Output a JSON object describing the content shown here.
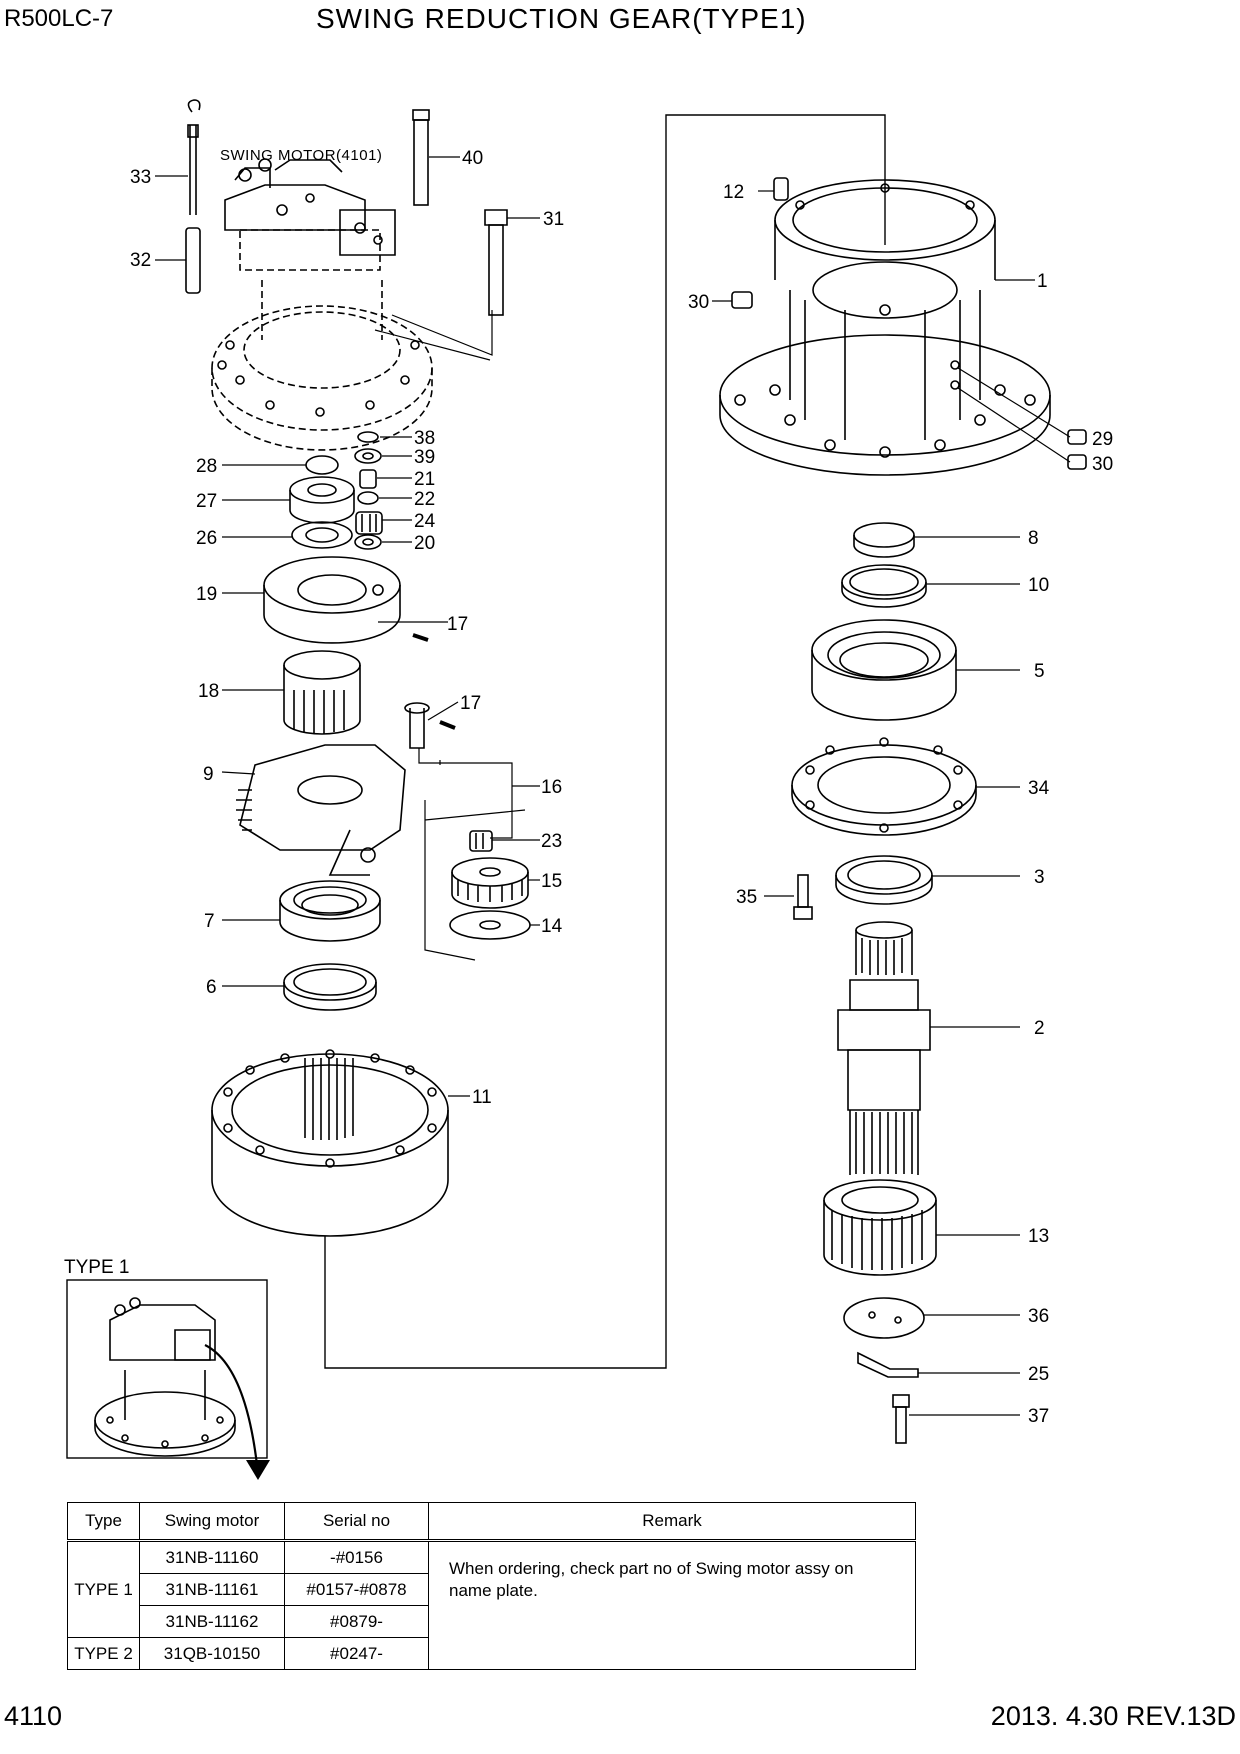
{
  "header": {
    "model": "R500LC-7",
    "title": "SWING REDUCTION GEAR(TYPE1)"
  },
  "footer": {
    "page_number": "4110",
    "revision": "2013. 4.30  REV.13D"
  },
  "diagram": {
    "motor_label": "SWING MOTOR(4101)",
    "inset_label": "TYPE 1",
    "callouts": [
      "33",
      "32",
      "40",
      "31",
      "12",
      "1",
      "30",
      "29",
      "30",
      "38",
      "39",
      "28",
      "21",
      "27",
      "22",
      "24",
      "26",
      "20",
      "8",
      "10",
      "19",
      "17",
      "5",
      "18",
      "17",
      "16",
      "34",
      "9",
      "23",
      "15",
      "14",
      "3",
      "35",
      "7",
      "6",
      "2",
      "11",
      "13",
      "36",
      "25",
      "37"
    ]
  },
  "table": {
    "headers": [
      "Type",
      "Swing motor",
      "Serial no",
      "Remark"
    ],
    "rows": [
      {
        "type": "TYPE 1",
        "motor": "31NB-11160",
        "serial": "-#0156"
      },
      {
        "type": "",
        "motor": "31NB-11161",
        "serial": "#0157-#0878"
      },
      {
        "type": "",
        "motor": "31NB-11162",
        "serial": "#0879-"
      },
      {
        "type": "TYPE 2",
        "motor": "31QB-10150",
        "serial": "#0247-"
      }
    ],
    "remark": "When ordering, check part no of Swing motor assy on name plate."
  }
}
